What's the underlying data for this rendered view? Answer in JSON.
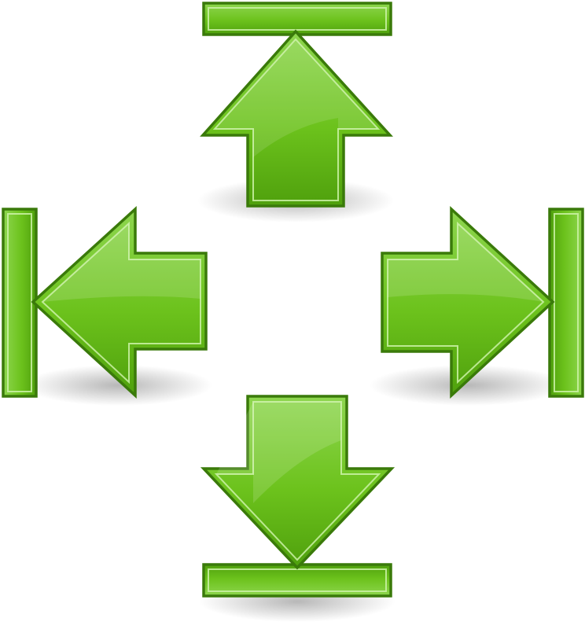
{
  "icons": [
    {
      "name": "go-top-icon",
      "direction": "up"
    },
    {
      "name": "go-first-icon",
      "direction": "left"
    },
    {
      "name": "go-last-icon",
      "direction": "right"
    },
    {
      "name": "go-bottom-icon",
      "direction": "down"
    }
  ],
  "colors": {
    "fill_light": "#8ae234",
    "fill_mid": "#73d216",
    "fill_dark": "#4e9a06",
    "stroke": "#3a7a0a",
    "highlight": "#cdf2a8",
    "shadow": "#000000"
  }
}
